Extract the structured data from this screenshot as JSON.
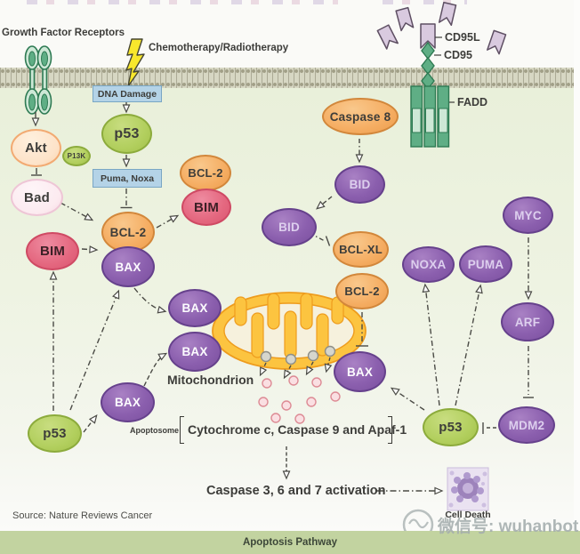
{
  "labels": {
    "growth_factor_receptors": "Growth Factor Receptors",
    "chemo_radiotherapy": "Chemotherapy/Radiotherapy",
    "cd95l": "CD95L",
    "cd95": "CD95",
    "fadd": "FADD",
    "mitochondrion": "Mitochondrion",
    "apoptosome": "Apoptosome",
    "apoptosome_contents": "Cytochrome c, Caspase 9 and Apaf-1",
    "caspase_activation": "Caspase 3, 6 and 7 activation",
    "cell_death": "Cell Death",
    "source": "Source: Nature Reviews Cancer",
    "footer": "Apoptosis Pathway",
    "watermark": "微信号: wuhanbot"
  },
  "boxes": {
    "dna_damage": "DNA Damage",
    "puma_noxa": "Puma, Noxa"
  },
  "nodes": {
    "akt": "Akt",
    "p13k": "P13K",
    "p53_top": "p53",
    "bad": "Bad",
    "bcl2_pair": "BCL-2",
    "bim_pair": "BIM",
    "bcl2_central": "BCL-2",
    "bax_central": "BAX",
    "bim_left": "BIM",
    "caspase8": "Caspase 8",
    "bid_upper": "BID",
    "bid_lower": "BID",
    "bclxl": "BCL-XL",
    "bcl2_right": "BCL-2",
    "noxa": "NOXA",
    "puma": "PUMA",
    "myc": "MYC",
    "arf": "ARF",
    "mdm2": "MDM2",
    "p53_right": "p53",
    "p53_left": "p53",
    "bax_2": "BAX",
    "bax_3": "BAX",
    "bax_low": "BAX",
    "bax_right": "BAX"
  },
  "colors": {
    "purple": "#8b5fae",
    "purple_edge": "#66418c",
    "purple_text": "#ddcfee",
    "orange": "#f5ad62",
    "orange_edge": "#d2873b",
    "green": "#b2cf5e",
    "green_edge": "#8cab3c",
    "peach": "#fde3c9",
    "peach_edge": "#f2aa72",
    "lightpink": "#fcebf0",
    "lightpink_edge": "#eec6d6",
    "rose": "#e4677f",
    "rose_edge": "#cf4a64",
    "bluebox": "#b4d3e7",
    "bluebox_edge": "#79a6c4",
    "membrane_base": "#d7d7c3",
    "membrane_dot": "#a19f87",
    "footer_bg": "#c2d3a0",
    "footer_text": "#3c4638",
    "mito_ring": "#fcc440",
    "mito_edge": "#ee9c1d",
    "mito_inner": "#f6f1dd",
    "teal": "#5fae85",
    "teal_dark": "#2e7a53",
    "teal_light": "#cde8d6",
    "flag": "#d9cadf",
    "flag_edge": "#5e4f63",
    "bolt": "#f8e72c",
    "bolt_edge": "#454531",
    "arrow": "#4a4a45",
    "text_dark": "#3d3d3a",
    "grey_dot": "#d6d6cd",
    "grey_dot_edge": "#8e8e86",
    "pink_dot": "#fadfe2",
    "pink_dot_edge": "#dd8b95",
    "watermark": "#a4adad"
  }
}
